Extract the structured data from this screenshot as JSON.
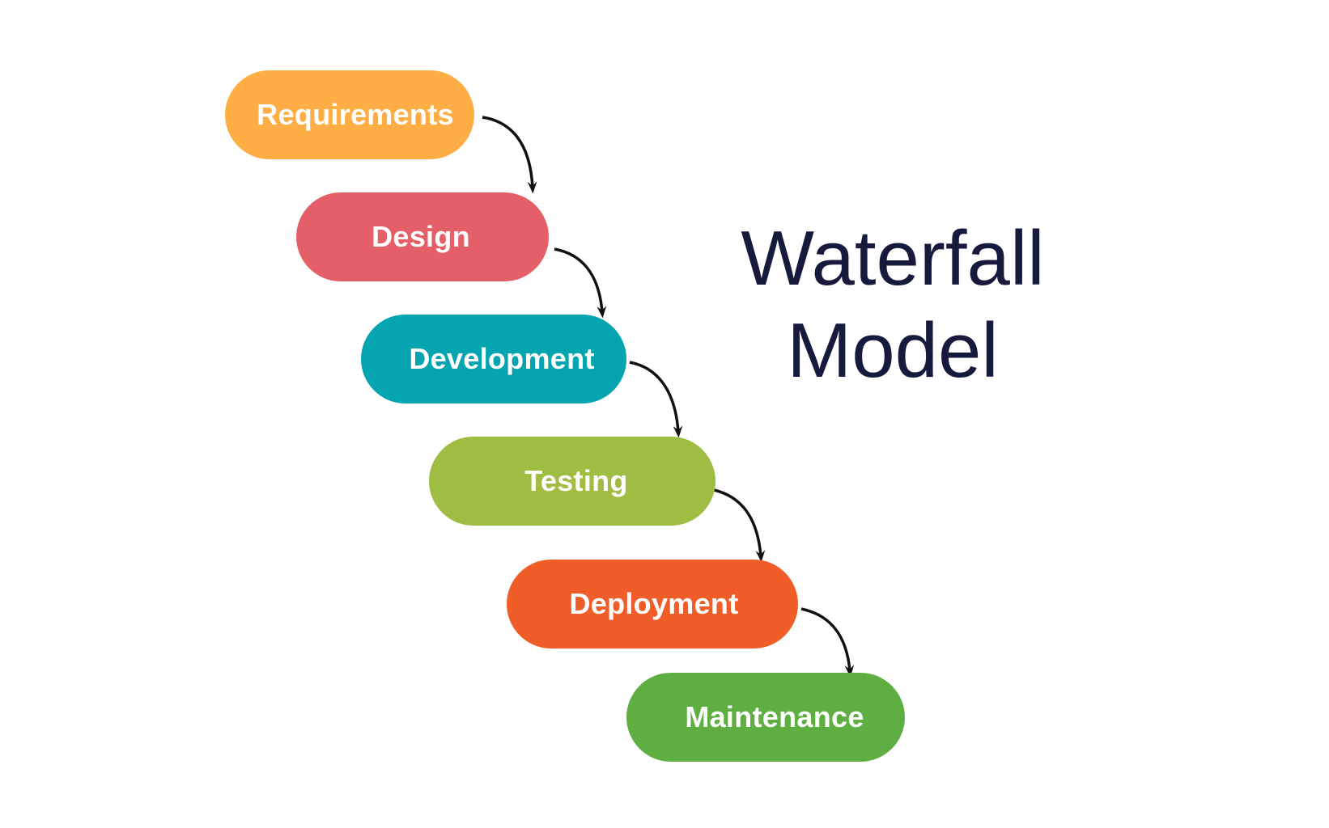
{
  "diagram": {
    "title_lines": [
      "Waterfall",
      "Model"
    ],
    "title_color": "#161a3d",
    "arrow_color": "#111111",
    "stages": [
      {
        "label": "Requirements",
        "color": "#ffad45"
      },
      {
        "label": "Design",
        "color": "#e55f68"
      },
      {
        "label": "Development",
        "color": "#04a4b1"
      },
      {
        "label": "Testing",
        "color": "#9fbd43"
      },
      {
        "label": "Deployment",
        "color": "#f05d29"
      },
      {
        "label": "Maintenance",
        "color": "#5fae42"
      }
    ]
  }
}
